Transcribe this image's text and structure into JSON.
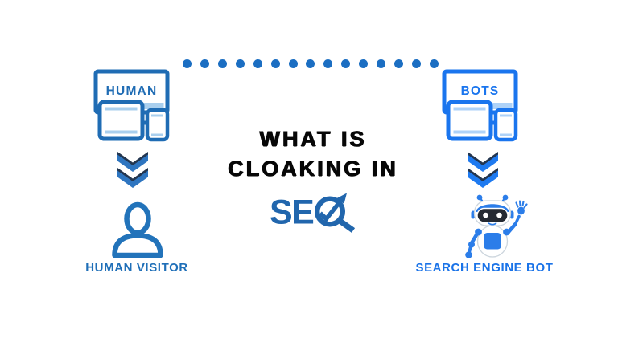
{
  "title": {
    "line1": "WHAT IS",
    "line2": "CLOAKING IN",
    "seo_text": "SE"
  },
  "human_side": {
    "screen_label": "HUMAN",
    "caption": "HUMAN VISITOR"
  },
  "bot_side": {
    "screen_label": "BOTS",
    "caption": "SEARCH ENGINE BOT"
  },
  "connector": {
    "dot_count": 15
  },
  "icons": {
    "human_devices": "monitor-tablet-phone-icon",
    "bot_devices": "monitor-tablet-phone-icon",
    "flow_down": "double-chevron-down-icon",
    "human_visitor": "person-icon",
    "search_engine_bot": "robot-icon",
    "seo_logo": "seo-magnifier-trend-arrow-logo"
  },
  "colors": {
    "left_blue": "#1f6cb4",
    "left_light": "#a9cfee",
    "left_caption": "#1f6fb8",
    "right_blue": "#1a75ee",
    "right_light": "#aed2f8",
    "right_caption": "#1a73e8",
    "dot": "#1b6ec2",
    "chevron_navy": "#233650",
    "chevron_left": "#2e75c0",
    "chevron_right": "#1e7af0",
    "person_blue": "#2273ba",
    "seo_blue": "#2166ad",
    "title_black": "#070707",
    "robot_blue": "#2b7de9",
    "robot_visor": "#252a33",
    "robot_outline": "#ccd5dd"
  }
}
